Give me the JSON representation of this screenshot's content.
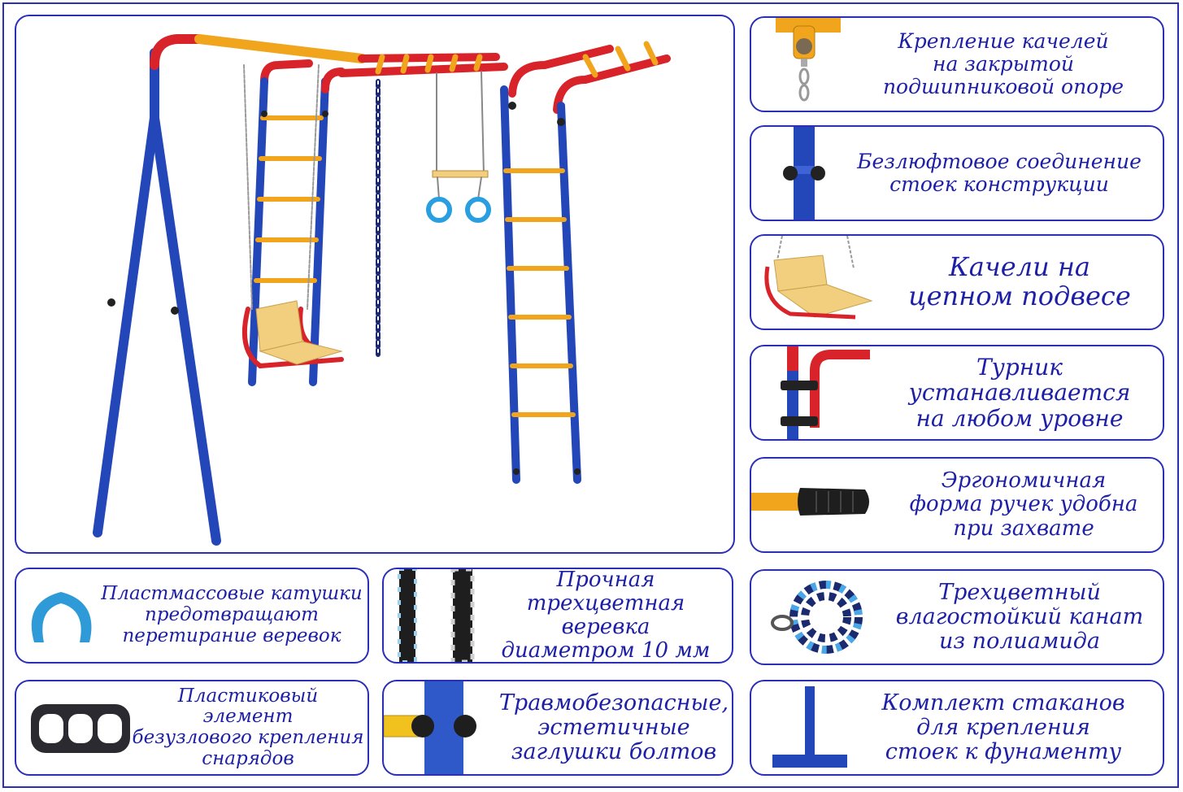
{
  "colors": {
    "border": "#2b2fb8",
    "text": "#1d1fa6",
    "frame_blue": "#2346b8",
    "frame_red": "#d8232a",
    "frame_yellow": "#f1a51d",
    "seat_wood": "#f1cf7e",
    "ring_blue": "#2a9fe0"
  },
  "main_image": {
    "icon": "playground-complex-icon"
  },
  "features": {
    "swing_mount": {
      "icon": "bearing-mount-icon",
      "text": "Крепление качелей\nна закрытой\nподшипниковой опоре"
    },
    "joint": {
      "icon": "pole-joint-icon",
      "text": "Безлюфтовое соединение\nстоек конструкции"
    },
    "swing": {
      "icon": "chain-swing-icon",
      "text": "Качели на\nцепном подвесе"
    },
    "bar": {
      "icon": "pull-up-bar-icon",
      "text": "Турник\nустанавливается\nна любом уровне"
    },
    "handle": {
      "icon": "grip-handle-icon",
      "text": "Эргономичная\nформа ручек удобна\nпри захвате"
    },
    "bobbin": {
      "icon": "plastic-bobbin-icon",
      "text": "Пластмассовые катушки\nпредотвращают\nперетирание веревок"
    },
    "rope_strong": {
      "icon": "braided-rope-icon",
      "text": "Прочная\nтрехцветная веревка\nдиаметром 10 мм"
    },
    "rope_thick": {
      "icon": "coiled-rope-icon",
      "text": "Трехцветный\nвлагостойкий канат\nиз полиамида"
    },
    "knotless": {
      "icon": "three-hole-clip-icon",
      "text": "Пластиковый элемент\nбезузлового крепления\nснарядов"
    },
    "caps": {
      "icon": "bolt-cap-icon",
      "text": "Травмобезопасные,\nэстетичные\nзаглушки болтов"
    },
    "cups": {
      "icon": "ground-cup-icon",
      "text": "Комплект стаканов\nдля крепления\nстоек к фунаменту"
    }
  }
}
